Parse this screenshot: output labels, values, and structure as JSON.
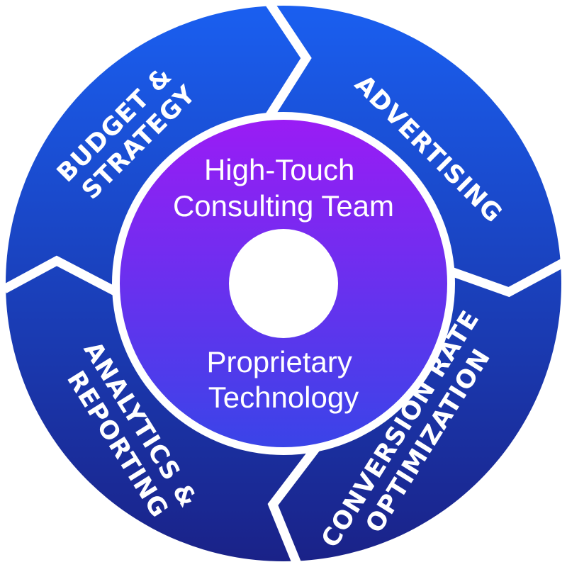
{
  "segments": {
    "budget": {
      "lines": [
        "BUDGET &",
        "STRATEGY"
      ]
    },
    "advertising": {
      "lines": [
        "ADVERTISING"
      ]
    },
    "conversion": {
      "lines": [
        "CONVERSION RATE",
        "OPTIMIZATION"
      ]
    },
    "analytics": {
      "lines": [
        "ANALYTICS &",
        "REPORTING"
      ]
    }
  },
  "hub": {
    "top_lines": [
      "High-Touch",
      "Consulting Team"
    ],
    "bottom_lines": [
      "Proprietary",
      "Technology"
    ]
  },
  "colors": {
    "ring_top": "#1a5ff0",
    "ring_bottom": "#1a2288",
    "hub_top": "#9a1cf5",
    "hub_bottom": "#3a44e8",
    "divider": "#ffffff",
    "text": "#ffffff"
  }
}
